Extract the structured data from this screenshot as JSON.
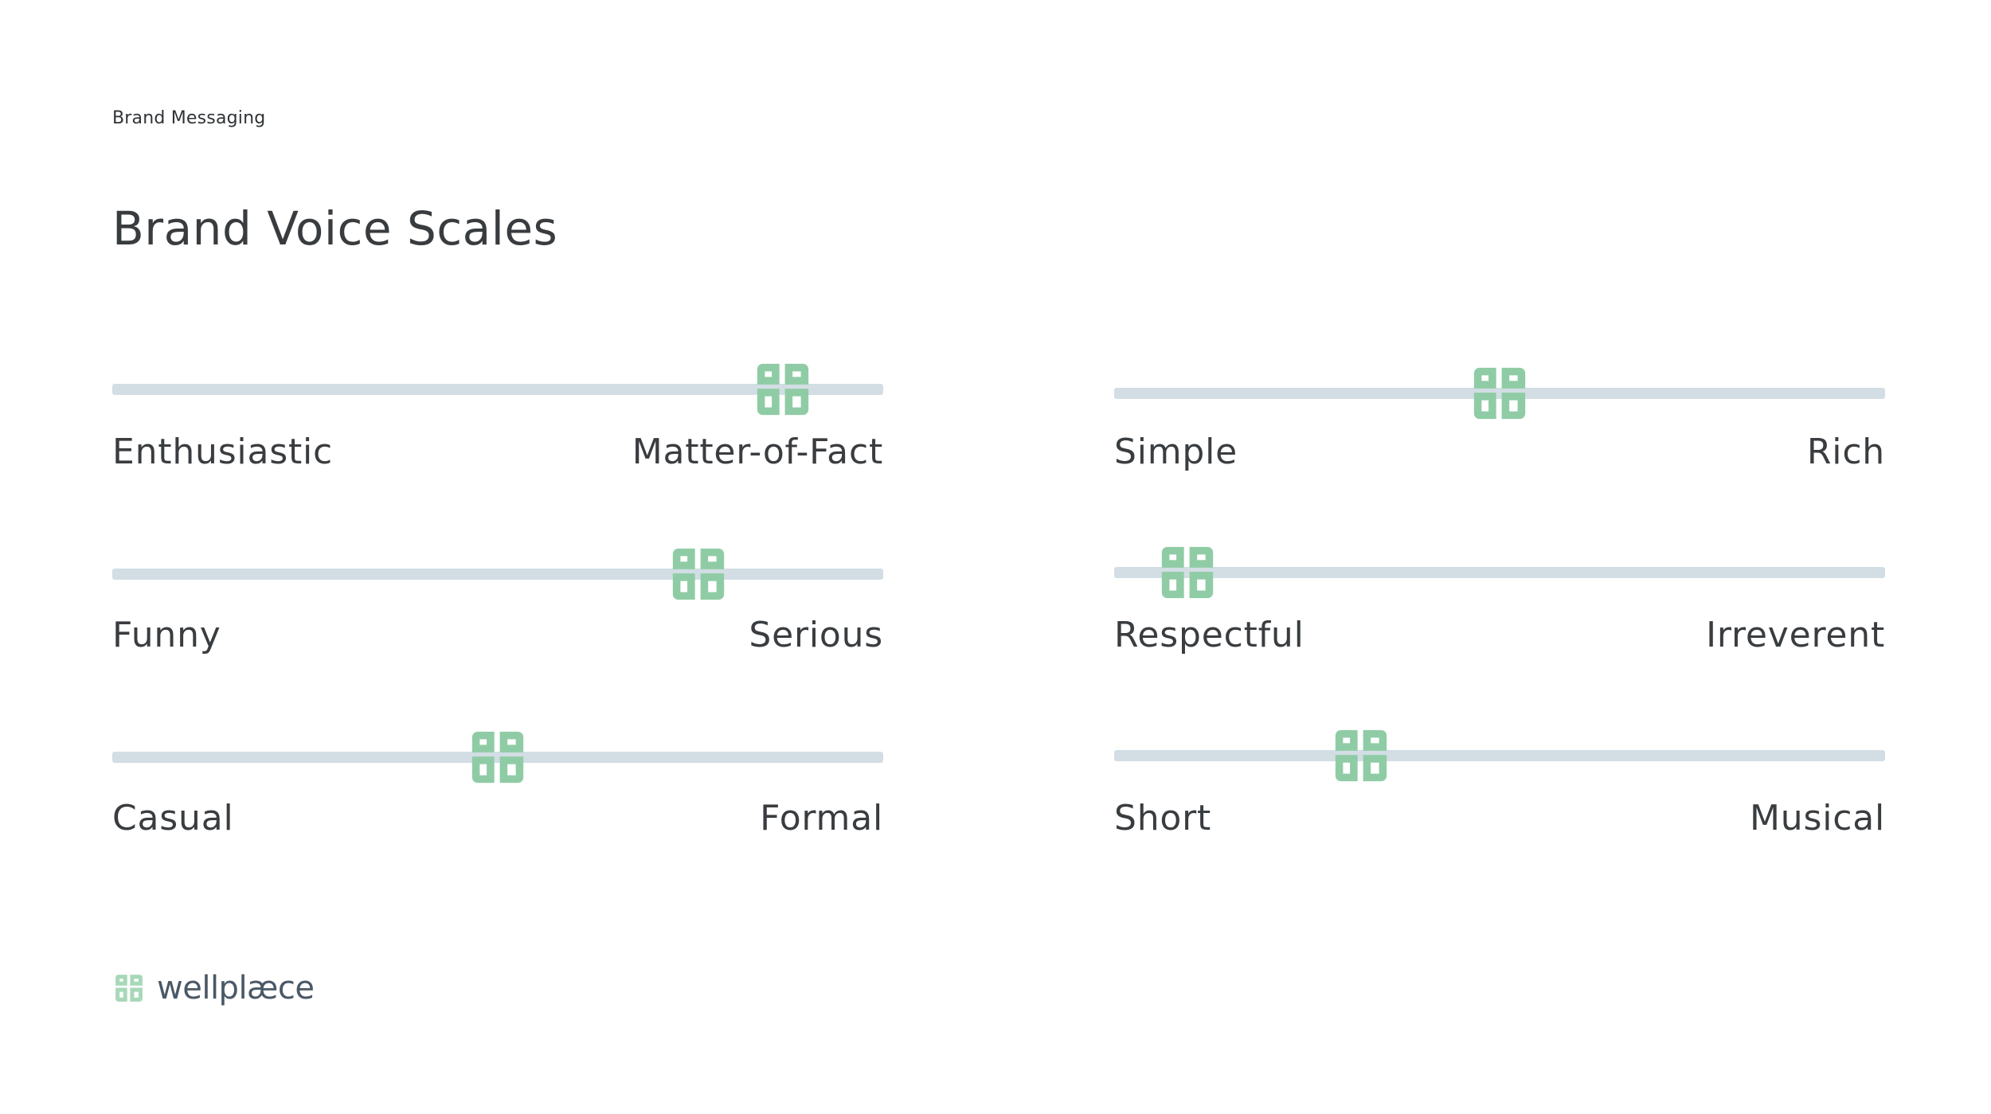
{
  "header": {
    "eyebrow": "Brand Messaging",
    "title": "Brand Voice Scales"
  },
  "colors": {
    "accent": "#8fcca5",
    "track": "#d2dde4",
    "text": "#3a3d40"
  },
  "scales": [
    {
      "left_label": "Enthusiastic",
      "right_label": "Matter-of-Fact",
      "value": 0.87
    },
    {
      "left_label": "Simple",
      "right_label": "Rich",
      "value": 0.5
    },
    {
      "left_label": "Funny",
      "right_label": "Serious",
      "value": 0.76
    },
    {
      "left_label": "Respectful",
      "right_label": "Irreverent",
      "value": 0.095
    },
    {
      "left_label": "Casual",
      "right_label": "Formal",
      "value": 0.5
    },
    {
      "left_label": "Short",
      "right_label": "Musical",
      "value": 0.32
    }
  ],
  "logo": {
    "icon": "wellplaece-flower-icon",
    "wordmark": "wellplæce"
  }
}
